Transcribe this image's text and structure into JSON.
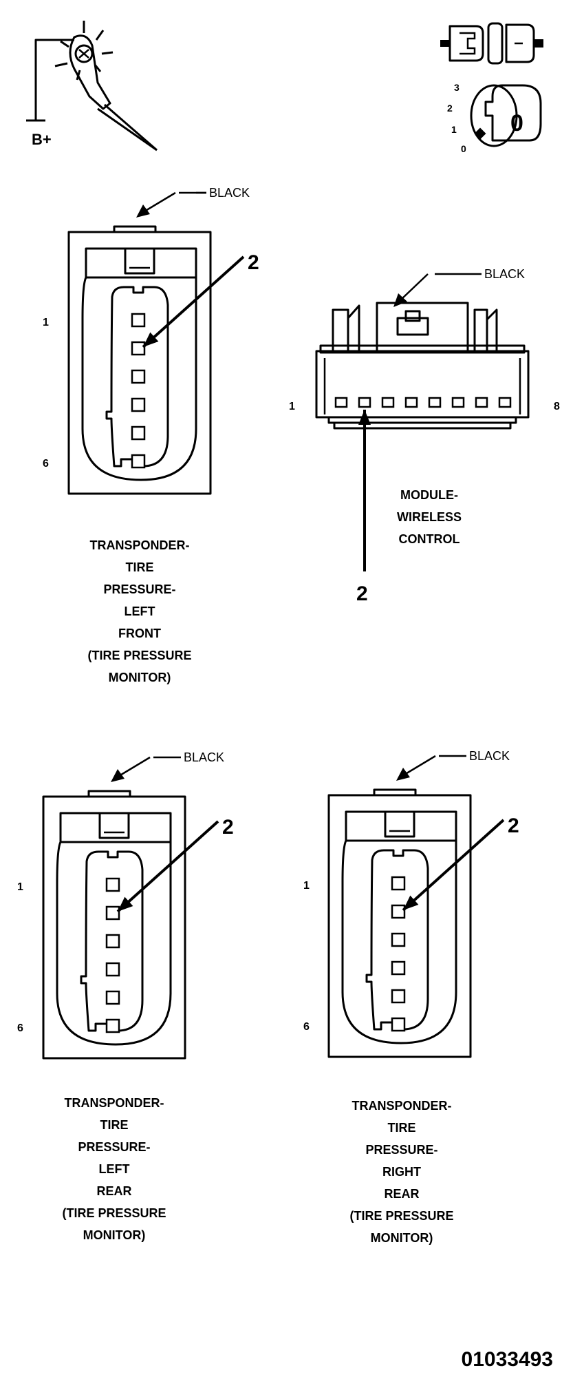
{
  "icons": {
    "probe": {
      "label": "B+"
    },
    "ignition": {
      "positions": [
        "3",
        "2",
        "1",
        "0"
      ],
      "key_digit": "0"
    },
    "connector_icon": "connector-icon"
  },
  "connectors": [
    {
      "name": "TRANSPONDER-\nTIRE\nPRESSURE-\nLEFT\nFRONT\n(TIRE PRESSURE\nMONITOR)",
      "caption": [
        "TRANSPONDER-",
        "TIRE",
        "PRESSURE-",
        "LEFT",
        "FRONT",
        "(TIRE PRESSURE",
        "MONITOR)"
      ],
      "color": "BLACK",
      "pin_first": "1",
      "pin_last": "6",
      "callout": "2",
      "cavities": 6
    },
    {
      "caption": [
        "MODULE-",
        "WIRELESS",
        "CONTROL"
      ],
      "color": "BLACK",
      "pin_first": "1",
      "pin_last": "8",
      "callout": "2",
      "cavities": 8
    },
    {
      "caption": [
        "TRANSPONDER-",
        "TIRE",
        "PRESSURE-",
        "LEFT",
        "REAR",
        "(TIRE PRESSURE",
        "MONITOR)"
      ],
      "color": "BLACK",
      "pin_first": "1",
      "pin_last": "6",
      "callout": "2",
      "cavities": 6
    },
    {
      "caption": [
        "TRANSPONDER-",
        "TIRE",
        "PRESSURE-",
        "RIGHT",
        "REAR",
        "(TIRE PRESSURE",
        "MONITOR)"
      ],
      "color": "BLACK",
      "pin_first": "1",
      "pin_last": "6",
      "callout": "2",
      "cavities": 6
    }
  ],
  "figure_id": "01033493"
}
